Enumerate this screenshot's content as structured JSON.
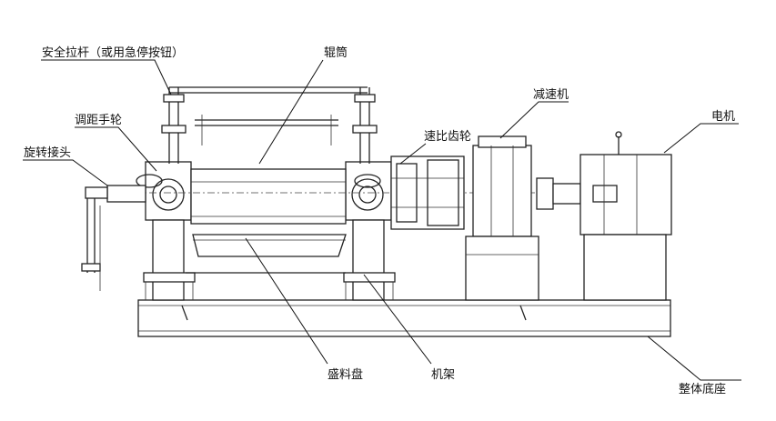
{
  "labels": {
    "safety_bar": "安全拉杆（或用急停按钮）",
    "roller": "辊筒",
    "adjust_wheel": "调距手轮",
    "rotary_joint": "旋转接头",
    "speed_gear": "速比齿轮",
    "reducer": "减速机",
    "motor": "电机",
    "tray": "盛料盘",
    "frame": "机架",
    "base": "整体底座"
  },
  "colors": {
    "line": "#222222",
    "background": "#ffffff"
  }
}
